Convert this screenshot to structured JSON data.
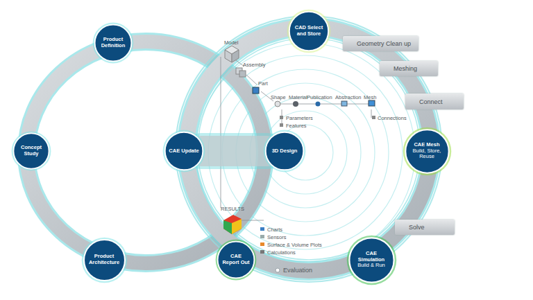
{
  "diagram": {
    "nodes": [
      {
        "text": [
          "Product Definition"
        ]
      },
      {
        "text": [
          "Concept Study"
        ]
      },
      {
        "text": [
          "Product Architecture"
        ]
      },
      {
        "text": [
          "CAE Update"
        ]
      },
      {
        "text": [
          "3D Design"
        ]
      },
      {
        "text": [
          "CAD Select and Store"
        ]
      },
      {
        "text": [
          "CAE Mesh",
          "Build, Store, Reuse"
        ]
      },
      {
        "text": [
          "CAE Simulation",
          "Build & Run"
        ]
      },
      {
        "text": [
          "CAE Report Out"
        ]
      },
      {
        "text": [
          "Geometry Clean up"
        ]
      },
      {
        "text": [
          "Meshing"
        ]
      },
      {
        "text": [
          "Connect"
        ]
      },
      {
        "text": [
          "Solve"
        ]
      }
    ],
    "edges": [
      {
        "from": 3,
        "to": 4,
        "arrow": "none"
      }
    ],
    "labels": [
      "Model",
      "Assembly",
      "Part",
      "Shape",
      "Material",
      "Publication",
      "Abstraction",
      "Mesh",
      "Parameters",
      "Features",
      "Connections",
      "RESULTS",
      "Charts",
      "Sensors",
      "Surface & Volume Plots",
      "Calculations",
      "Evaluation"
    ]
  }
}
